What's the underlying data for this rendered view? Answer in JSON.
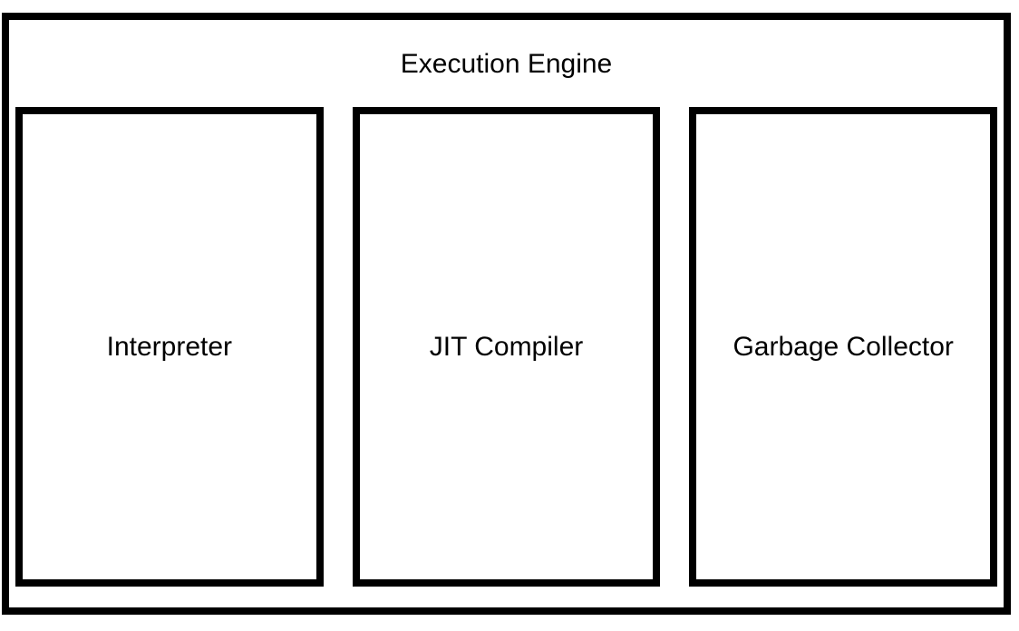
{
  "diagram": {
    "title": "Execution Engine",
    "components": [
      {
        "label": "Interpreter"
      },
      {
        "label": "JIT Compiler"
      },
      {
        "label": "Garbage Collector"
      }
    ]
  },
  "colors": {
    "border": "#000000",
    "background": "#ffffff",
    "text": "#000000"
  }
}
